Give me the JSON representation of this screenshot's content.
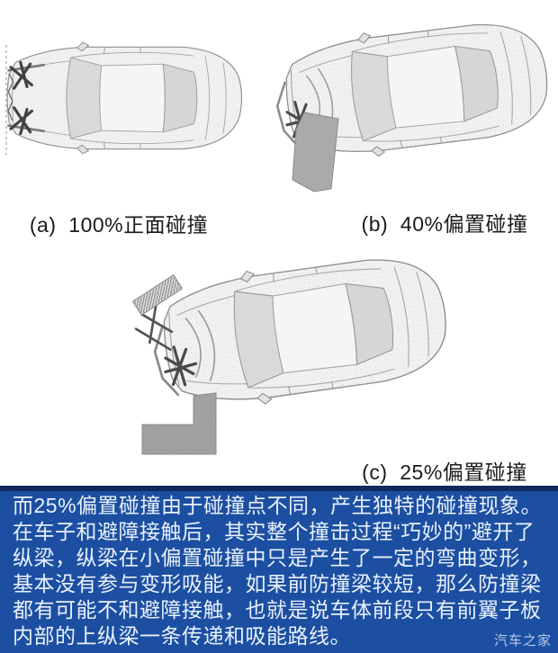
{
  "figures": [
    {
      "id": "a",
      "caption": "(a)  100%正面碰撞"
    },
    {
      "id": "b",
      "caption": "(b)  40%偏置碰撞"
    },
    {
      "id": "c",
      "caption": "(c)  25%偏置碰撞"
    }
  ],
  "banner": {
    "lines": [
      "而25%偏置碰撞由于碰撞点不同，产生独特的碰撞现象。",
      "在车子和避障接触后，其实整个撞击过程“巧妙的”避开了",
      "纵梁，纵梁在小偏置碰撞中只是产生了一定的弯曲变形，",
      "基本没有参与变形吸能，如果前防撞梁较短，那么防撞梁",
      "都有可能不和避障接触，也就是说车体前段只有前翼子板",
      "内部的上纵梁一条传递和吸能路线。"
    ],
    "watermark": "汽车之家"
  },
  "colors": {
    "banner_bg": "#1c4fa2",
    "banner_top_strip": "#12295f",
    "banner_text": "#e9f1fc",
    "caption_text": "#1b1b1b",
    "page_bg": "#ffffff",
    "barrier_gray": "#a3a3a3",
    "car_body_gray": "#f1f1f1",
    "glass_gray": "#d9d9d9"
  }
}
